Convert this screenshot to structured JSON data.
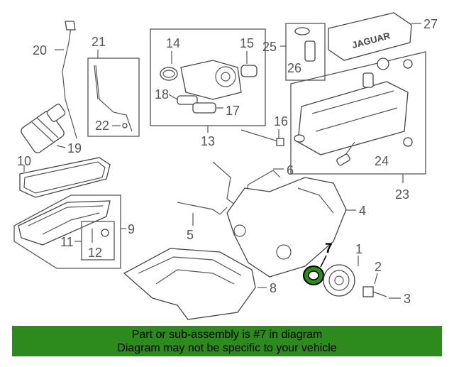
{
  "callouts": {
    "c1": "1",
    "c2": "2",
    "c3": "3",
    "c4": "4",
    "c5": "5",
    "c6": "6",
    "c7": "7",
    "c8": "8",
    "c9": "9",
    "c10": "10",
    "c11": "11",
    "c12": "12",
    "c13": "13",
    "c14": "14",
    "c15": "15",
    "c16": "16",
    "c17": "17",
    "c18": "18",
    "c19": "19",
    "c20": "20",
    "c21": "21",
    "c22": "22",
    "c23": "23",
    "c24": "24",
    "c25": "25",
    "c26": "26",
    "c27": "27"
  },
  "engine_cover_text": "JAGUAR",
  "highlight_color": "#2c8b1c",
  "banner": {
    "line1": "Part or sub-assembly is #7 in diagram",
    "line2": "Diagram may not be specific to your vehicle"
  }
}
